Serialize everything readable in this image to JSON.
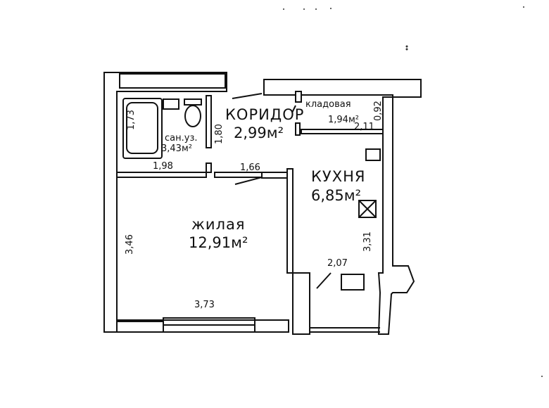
{
  "plan": {
    "rooms": [
      {
        "id": "living",
        "name": "жилая",
        "area": "12,91м²"
      },
      {
        "id": "corridor",
        "name": "КОРИДОР",
        "area": "2,99м²"
      },
      {
        "id": "kitchen",
        "name": "КУХНЯ",
        "area": "6,85м²"
      },
      {
        "id": "bathroom",
        "name": "сан.уз.",
        "area": "3,43м²"
      },
      {
        "id": "storage",
        "name": "кладовая",
        "area": "1,94м²"
      }
    ],
    "dimensions": {
      "bath_length": "1,73",
      "bathroom_height": "1,80",
      "bathroom_width": "1,98",
      "corridor_width": "1,66",
      "living_height": "3,46",
      "living_width": "3,73",
      "kitchen_height": "3,31",
      "kitchen_bottom": "2,07",
      "storage_depth": "0,92",
      "storage_width": "2,11"
    }
  }
}
